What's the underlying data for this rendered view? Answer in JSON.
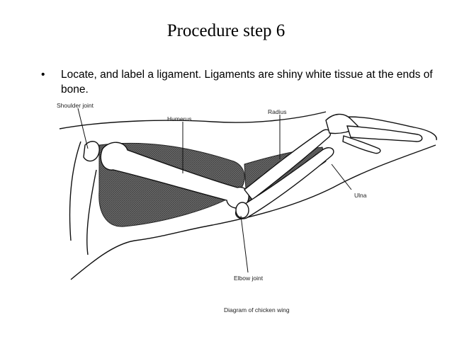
{
  "slide": {
    "title": "Procedure step 6",
    "bullet_symbol": "•",
    "bullet_text": "Locate, and label a ligament.  Ligaments are shiny white tissue at the ends of bone."
  },
  "diagram": {
    "labels": {
      "shoulder": "Shoulder joint",
      "humerus": "Humerus",
      "radius": "Radius",
      "ulna": "Ulna",
      "elbow": "Elbow joint"
    },
    "caption": "Diagram of chicken wing"
  }
}
